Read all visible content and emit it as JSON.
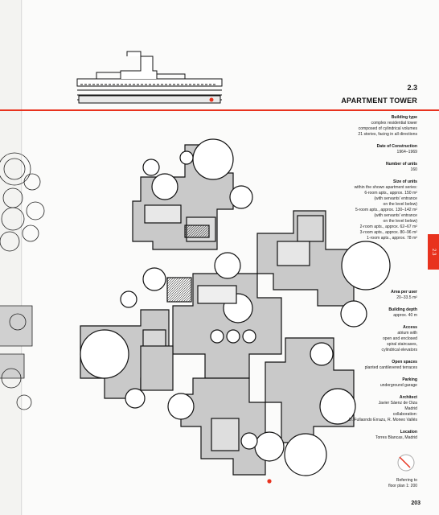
{
  "header": {
    "section_number": "2.3",
    "title": "APARTMENT TOWER"
  },
  "info": [
    {
      "label": "Building type",
      "lines": [
        "complex residential tower",
        "composed of cylindrical volumes",
        "21 stories, facing in all directions"
      ]
    },
    {
      "label": "Date of Construction",
      "lines": [
        "1964–1969"
      ]
    },
    {
      "label": "Number of units",
      "lines": [
        "160"
      ]
    },
    {
      "label": "Size of units",
      "lines": [
        "within the shown apartment series:",
        "6-room apts., approx. 150 m²",
        "(with servants' entrance",
        "on the level below)",
        "5-room apts., approx. 130–142 m²",
        "(with servants' entrance",
        "on the level below)",
        "2-room apts., approx. 62–67 m²",
        "3-room apts., approx. 80–96 m²",
        "1-room apts., approx. 78 m²"
      ]
    },
    {
      "label": "Area per user",
      "lines": [
        "20–33.5 m²"
      ]
    },
    {
      "label": "Building depth",
      "lines": [
        "approx. 40 m"
      ]
    },
    {
      "label": "Access",
      "lines": [
        "atrium with",
        "open and enclosed",
        "spiral staircases,",
        "cylindrical elevators"
      ]
    },
    {
      "label": "Open spaces",
      "lines": [
        "planted cantilevered terraces"
      ]
    },
    {
      "label": "Parking",
      "lines": [
        "underground garage"
      ]
    },
    {
      "label": "Architect",
      "lines": [
        "Javier Sáenz de Oiza",
        "Madrid",
        "collaboration:",
        "D. Fullaondo Errazu, R. Moneo Vallés"
      ]
    },
    {
      "label": "Location",
      "lines": [
        "Torres Blancas, Madrid"
      ]
    }
  ],
  "scale_caption": [
    "Referring to",
    "floor plan 1: 200"
  ],
  "section_tab": "2.3",
  "page_number": "203",
  "colors": {
    "accent": "#e8321e",
    "plan_fill": "#c9c9c9",
    "ink": "#111111"
  }
}
